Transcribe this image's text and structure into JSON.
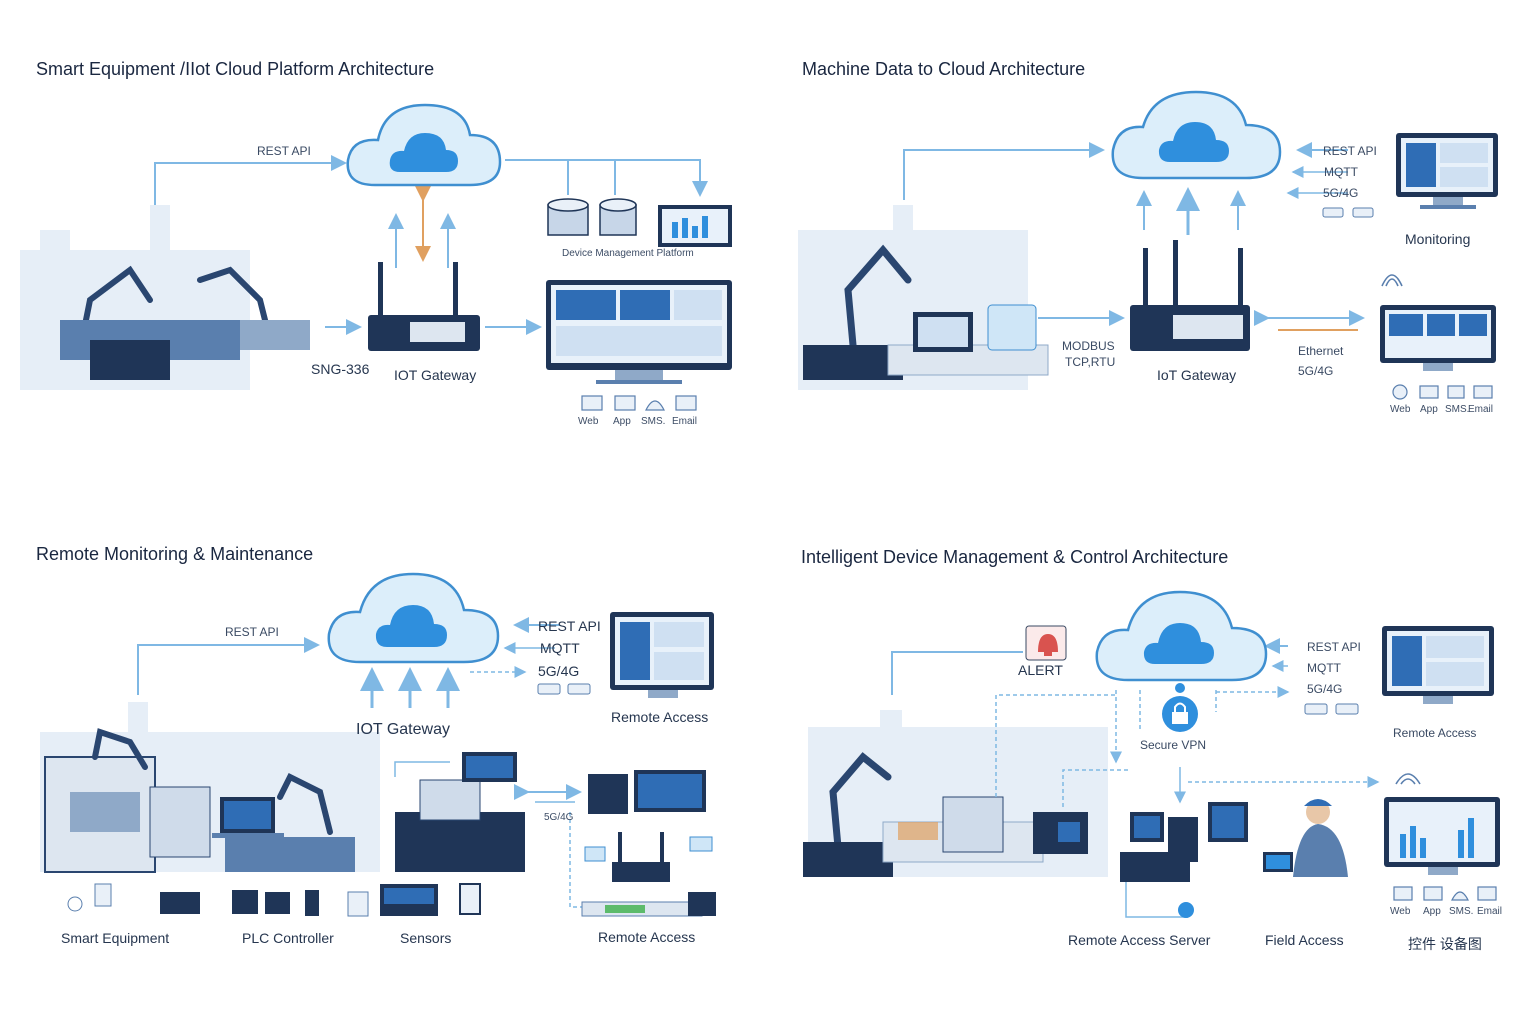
{
  "colors": {
    "cloud_fill": "#dceefa",
    "cloud_stroke": "#3f8fd0",
    "cloud_core": "#2f8fdd",
    "arrow": "#7fb8e4",
    "device_dark": "#1f3557",
    "screen": "#2f6db5",
    "orange": "#e0a060"
  },
  "panel1": {
    "title": "Smart Equipment /IIot Cloud Platform Architecture",
    "rest_api": "REST API",
    "device_platform": "Device Management Platform",
    "device_code": "SNG-336",
    "gateway": "IOT Gateway",
    "channels": [
      "Web",
      "App",
      "SMS.",
      "Email"
    ]
  },
  "panel2": {
    "title": "Machine Data to Cloud Architecture",
    "protocols": [
      "REST API",
      "MQTT",
      "5G/4G"
    ],
    "monitoring": "Monitoring",
    "modbus": "MODBUS",
    "tcp_rtu": "TCP,RTU",
    "gateway": "IoT Gateway",
    "ethernet": "Ethernet",
    "cell": "5G/4G",
    "channels": [
      "Web",
      "App",
      "SMS.",
      "Email"
    ]
  },
  "panel3": {
    "title": "Remote Monitoring & Maintenance",
    "rest_api_left": "REST API",
    "protocols": [
      "REST API",
      "MQTT",
      "5G/4G"
    ],
    "remote_access_top": "Remote Access",
    "gateway": "IOT Gateway",
    "cell_small": "5G/4G",
    "smart_equipment": "Smart Equipment",
    "plc": "PLC Controller",
    "sensors": "Sensors",
    "remote_access_bottom": "Remote Access"
  },
  "panel4": {
    "title": "Intelligent Device Management & Control Architecture",
    "alert": "ALERT",
    "protocols": [
      "REST API",
      "MQTT",
      "5G/4G"
    ],
    "remote_access": "Remote Access",
    "secure_vpn": "Secure VPN",
    "remote_server": "Remote Access Server",
    "field_access": "Field Access",
    "cjk_label": "控件 设备图",
    "channels": [
      "Web",
      "App",
      "SMS.",
      "Email"
    ]
  }
}
